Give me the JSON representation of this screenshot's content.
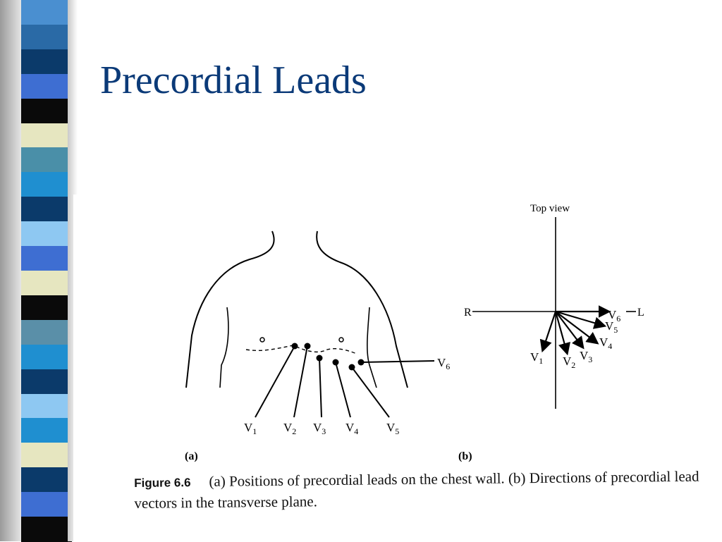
{
  "slide": {
    "title": "Precordial Leads",
    "accent_color": "#0b3a78"
  },
  "decoration": {
    "stripe_colors": [
      "#4a8fd0",
      "#2a6aa6",
      "#0b3a6a",
      "#3e6ed2",
      "#0a0a0a",
      "#e6e6c0",
      "#4a8fa8",
      "#1f8fd0",
      "#0b3a6a",
      "#8ec8f2",
      "#3e6ed2",
      "#e6e6c0",
      "#0a0a0a",
      "#5a8fa8",
      "#1f8fd0",
      "#0b3a6a",
      "#8ec8f2",
      "#1f8fd0",
      "#e6e6c0",
      "#0b3a6a",
      "#3e6ed2",
      "#0a0a0a"
    ]
  },
  "figure": {
    "panel_a": {
      "label": "(a)",
      "leads": [
        "V1",
        "V2",
        "V3",
        "V4",
        "V5",
        "V6"
      ]
    },
    "panel_b": {
      "label": "(b)",
      "top_label": "Top view",
      "axis_right_label": "R",
      "axis_left_label": "L",
      "vectors": [
        "V1",
        "V2",
        "V3",
        "V4",
        "V5",
        "V6"
      ]
    },
    "caption": {
      "label": "Figure 6.6",
      "text": "(a) Positions of precordial leads on the chest wall. (b) Directions of precordial lead vectors in the transverse plane."
    }
  }
}
